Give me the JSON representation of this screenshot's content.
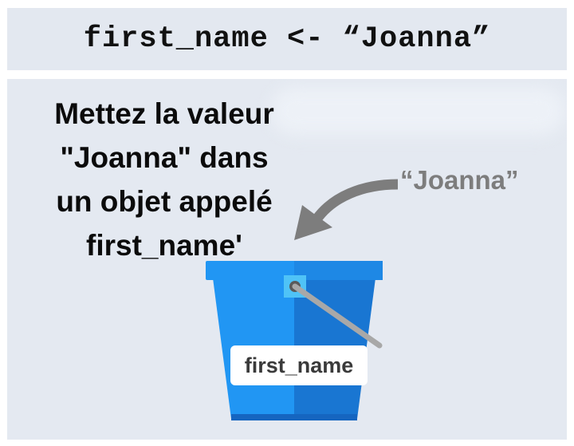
{
  "code": {
    "text": "first_name <- “Joanna”"
  },
  "explanation": {
    "text": "Mettez la valeur\n\"Joanna\" dans\nun objet appelé\nfirst_name'"
  },
  "value_label": {
    "text": "“Joanna”"
  },
  "bucket": {
    "label": "first_name"
  },
  "icons": {
    "arrow": "curved-arrow-icon",
    "bucket": "bucket-icon"
  },
  "colors": {
    "background": "#e4e9f1",
    "bucket_light": "#2196f3",
    "bucket_dark": "#1976d2",
    "arrow": "#7d7d7d"
  }
}
